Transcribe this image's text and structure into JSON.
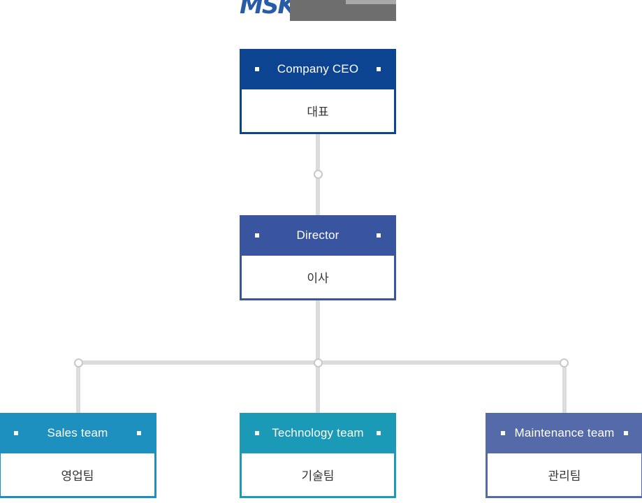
{
  "logo": {
    "wordmark": "MSK",
    "mark_color": "#2a5ba8",
    "bar_color": "#6e6e6e",
    "bar_highlight_color": "#a8a8a8"
  },
  "chart_title": "",
  "org_chart": {
    "nodes": [
      {
        "id": "ceo",
        "title_en": "Company CEO",
        "title_ko": "대표",
        "header_color": "#0d4491",
        "level": 0
      },
      {
        "id": "director",
        "title_en": "Director",
        "title_ko": "이사",
        "header_color": "#3a55a0",
        "level": 1
      },
      {
        "id": "sales",
        "title_en": "Sales team",
        "title_ko": "영업팀",
        "header_color": "#1e90c0",
        "level": 2
      },
      {
        "id": "technology",
        "title_en": "Technology team",
        "title_ko": "기술팀",
        "header_color": "#1b9ab8",
        "level": 2
      },
      {
        "id": "maintenance",
        "title_en": "Maintenance team",
        "title_ko": "관리팀",
        "header_color": "#556aa8",
        "level": 2
      }
    ],
    "connector_color": "#dcdcdc",
    "node_marker_color": "#c9c9c9"
  }
}
